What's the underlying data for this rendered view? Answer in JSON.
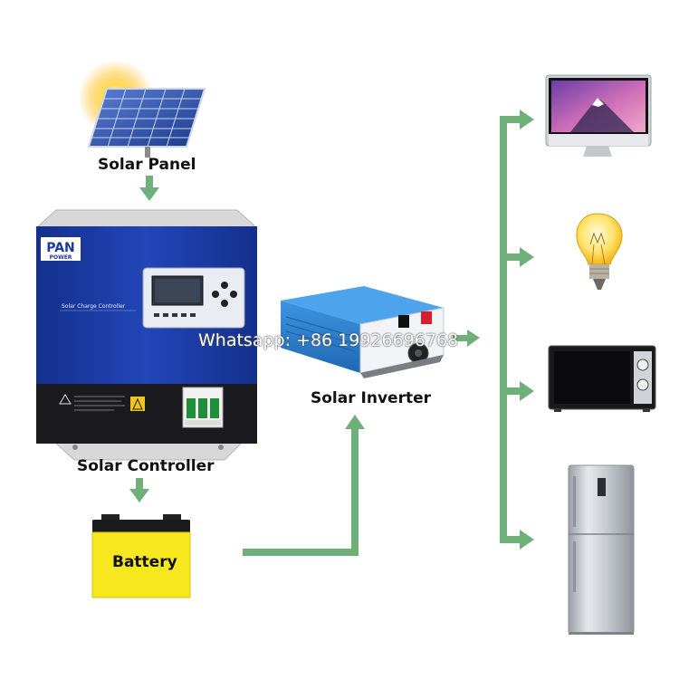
{
  "colors": {
    "flow_arrow": "#6fb07a",
    "controller_blue": "#1b3a9c",
    "battery_yellow": "#f6e71f",
    "inverter_blue": "#2c7fd0",
    "text": "#111111"
  },
  "labels": {
    "solar_panel": "Solar Panel",
    "solar_controller": "Solar Controller",
    "solar_inverter": "Solar Inverter",
    "battery": "Battery"
  },
  "controller": {
    "brand_top": "PAN",
    "brand_bottom": "POWER",
    "panel_title": "Solar Charge Controller"
  },
  "watermark": "Whatsapp: +86 19926696768",
  "icons": [
    "sun-icon",
    "solar-panel-icon",
    "monitor-icon",
    "light-bulb-icon",
    "microwave-icon",
    "refrigerator-icon"
  ]
}
